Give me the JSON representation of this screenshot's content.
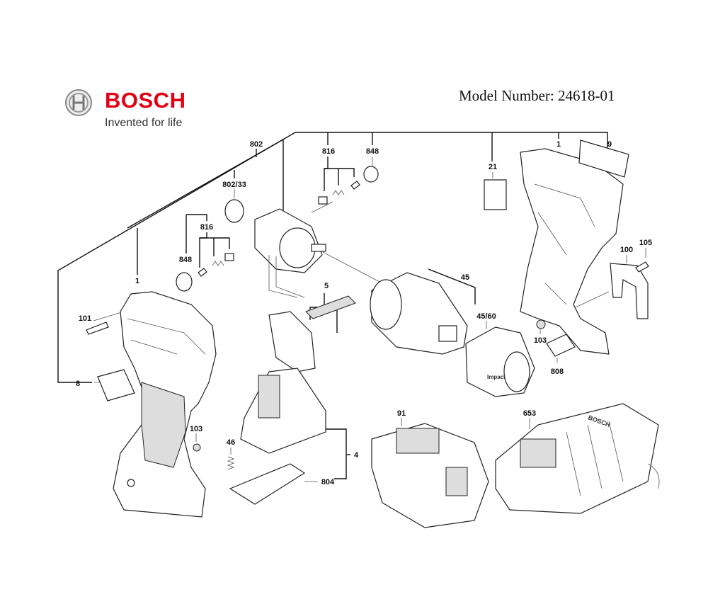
{
  "header": {
    "brand": "BOSCH",
    "tagline": "Invented for life",
    "model_number": "Model Number: 24618-01",
    "brand_color": "#e20015"
  },
  "labels": {
    "l802": "802",
    "l802_33": "802/33",
    "l816_top": "816",
    "l848_top": "848",
    "l816_left": "816",
    "l848_left": "848",
    "l1_left": "1",
    "l101": "101",
    "l8": "8",
    "l103_left": "103",
    "l46": "46",
    "l804": "804",
    "l4": "4",
    "l5": "5",
    "l21": "21",
    "l1_right": "1",
    "l9": "9",
    "l45": "45",
    "l45_60": "45/60",
    "l100": "100",
    "l105": "105",
    "l103_right": "103",
    "l808": "808",
    "l91": "91",
    "l653": "653"
  },
  "part_markings": {
    "impact_cover": "Impact",
    "charger": "BOSCH"
  }
}
